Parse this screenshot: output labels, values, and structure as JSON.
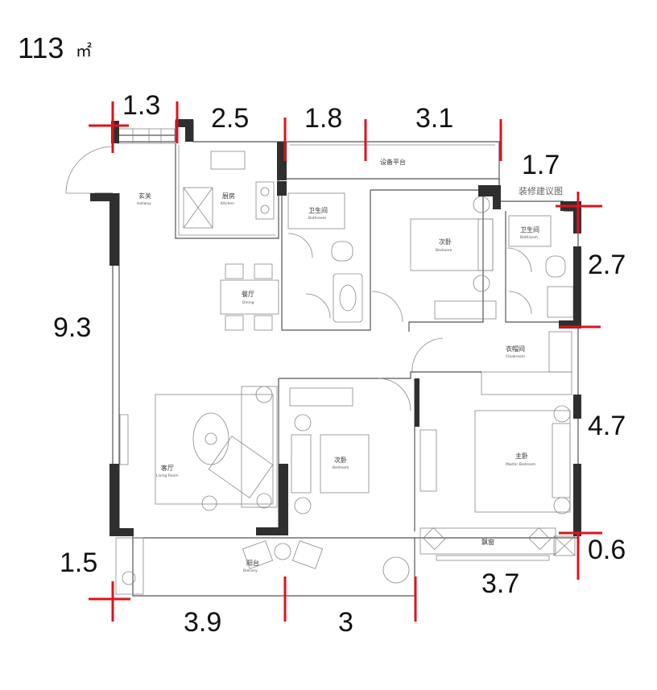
{
  "area": {
    "value": "113",
    "unit": "㎡"
  },
  "note": "装修建议图",
  "rooms": [
    {
      "id": "hallway",
      "zh": "玄关",
      "en": "Hallway"
    },
    {
      "id": "kitchen",
      "zh": "厨房",
      "en": "Kitchen"
    },
    {
      "id": "bath1",
      "zh": "卫生间",
      "en": "Bathroom"
    },
    {
      "id": "bed-north",
      "zh": "次卧",
      "en": "Bedroom"
    },
    {
      "id": "bath2",
      "zh": "卫生间",
      "en": "Bathroom"
    },
    {
      "id": "platform",
      "zh": "设备平台",
      "en": ""
    },
    {
      "id": "dining",
      "zh": "餐厅",
      "en": "Dining"
    },
    {
      "id": "cloakroom",
      "zh": "衣帽间",
      "en": "Cloakroom"
    },
    {
      "id": "living",
      "zh": "客厅",
      "en": "Living Room"
    },
    {
      "id": "bed-mid",
      "zh": "次卧",
      "en": "Bedroom"
    },
    {
      "id": "master",
      "zh": "主卧",
      "en": "Master Bedroom"
    },
    {
      "id": "balcony",
      "zh": "阳台",
      "en": "Balcony"
    },
    {
      "id": "window-bay",
      "zh": "飘窗",
      "en": ""
    }
  ],
  "dimensions": {
    "top": [
      "1.3",
      "2.5",
      "1.8",
      "3.1"
    ],
    "right": [
      "1.7",
      "2.7",
      "4.7",
      "0.6"
    ],
    "left": [
      "9.3",
      "1.5"
    ],
    "bottom": [
      "3.9",
      "3",
      "3.7"
    ]
  },
  "colors": {
    "marker": "#e0121c",
    "wall": "#2f2f2f",
    "line": "#555555"
  }
}
